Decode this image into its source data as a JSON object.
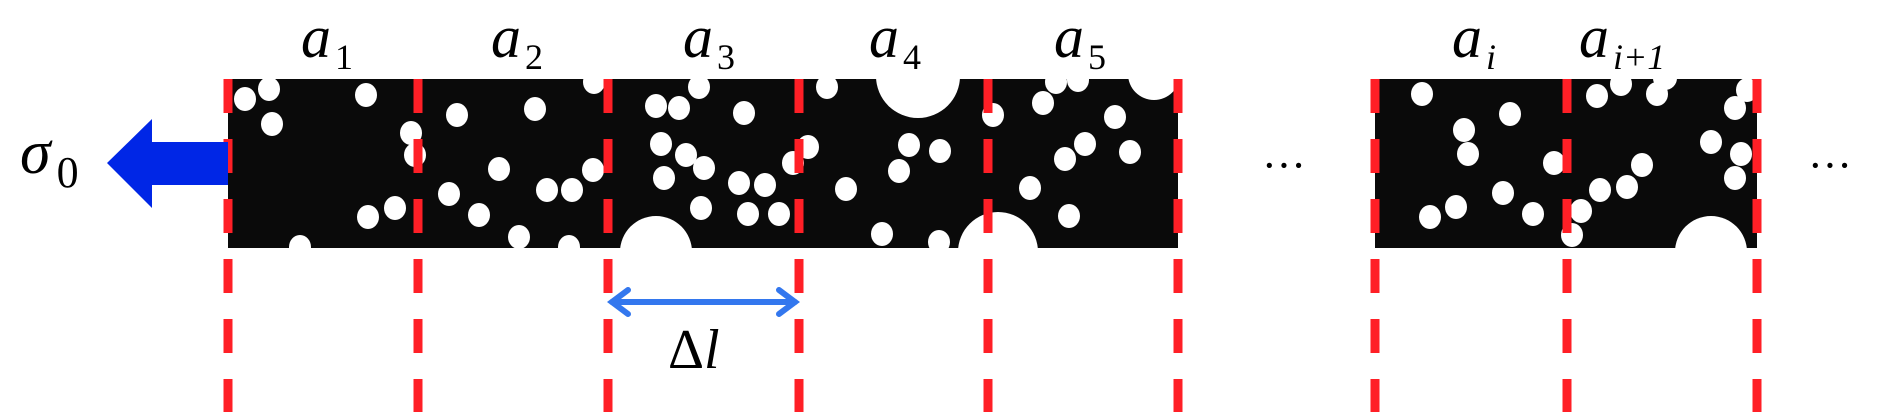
{
  "labels": {
    "segments": [
      {
        "base": "a",
        "sub": "1"
      },
      {
        "base": "a",
        "sub": "2"
      },
      {
        "base": "a",
        "sub": "3"
      },
      {
        "base": "a",
        "sub": "4"
      },
      {
        "base": "a",
        "sub": "5"
      },
      {
        "base": "a",
        "sub": "i"
      },
      {
        "base": "a",
        "sub": "i+1"
      }
    ],
    "stress": {
      "base": "σ",
      "sub": "0"
    },
    "delta": {
      "sym": "Δ",
      "var": "l"
    },
    "ellipsis": "···"
  },
  "colors": {
    "matrix": "#0a0a0a",
    "particle": "#ffffff",
    "divider": "#ff1f26",
    "stress_arrow": "#0026e6",
    "length_arrow": "#3377ee"
  }
}
